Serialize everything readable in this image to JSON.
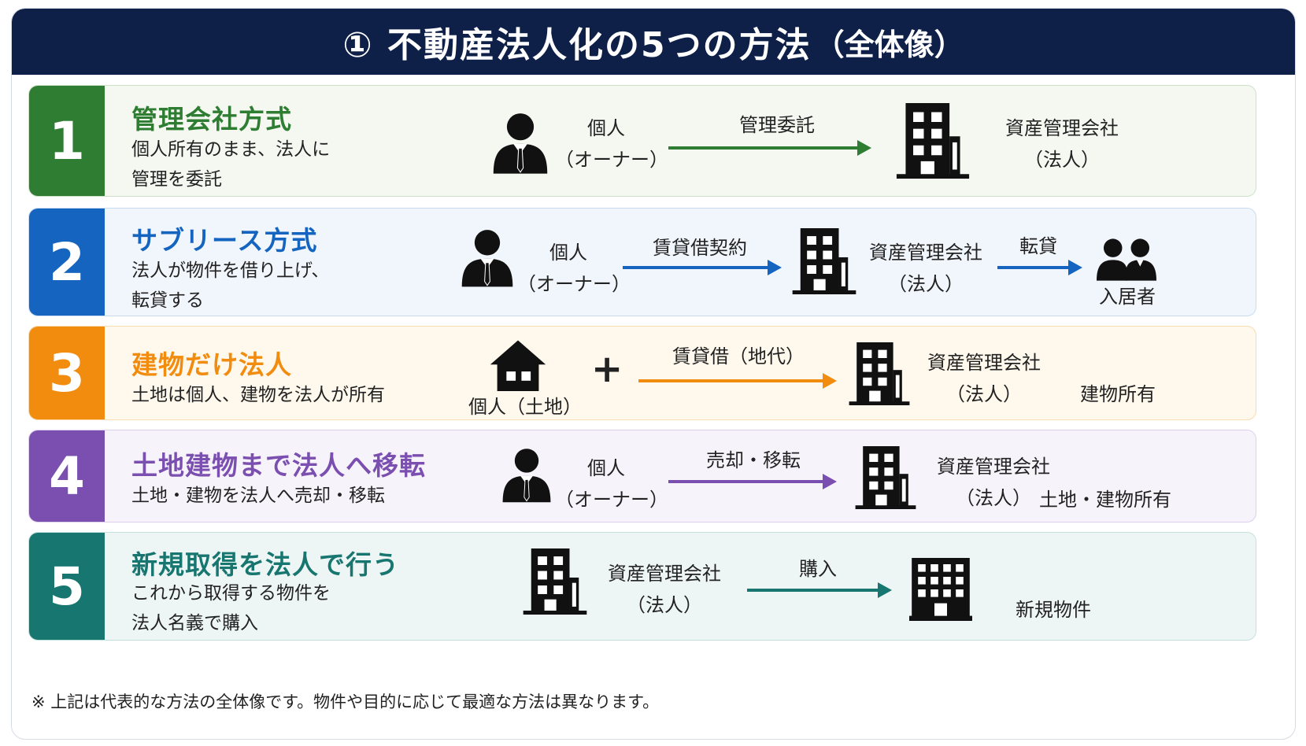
{
  "header": {
    "title": "① 不動産法人化の5つの方法",
    "subtitle": "（全体像）"
  },
  "colors": {
    "header_bg": "#0e1f48",
    "green": "#2e7d32",
    "blue": "#1565c0",
    "orange": "#f28c0f",
    "purple": "#7b4fb0",
    "teal": "#17766f"
  },
  "rows": [
    {
      "number": "1",
      "title": "管理会社方式",
      "desc": [
        "個人所有のまま、法人に",
        "管理を委託"
      ],
      "owner": [
        "個人",
        "（オーナー）"
      ],
      "arrow_label": "管理委託",
      "company": [
        "資産管理会社",
        "（法人）"
      ]
    },
    {
      "number": "2",
      "title": "サブリース方式",
      "desc": [
        "法人が物件を借り上げ、",
        "転貸する"
      ],
      "owner": [
        "個人",
        "（オーナー）"
      ],
      "arrow_label": "賃貸借契約",
      "company": [
        "資産管理会社",
        "（法人）"
      ],
      "arrow2_label": "転貸",
      "tenant": "入居者"
    },
    {
      "number": "3",
      "title": "建物だけ法人",
      "desc": [
        "土地は個人、建物を法人が所有"
      ],
      "owner_land": "個人（土地）",
      "plus": "+",
      "arrow_label": "賃貸借（地代）",
      "company": [
        "資産管理会社",
        "（法人）"
      ],
      "note": "建物所有"
    },
    {
      "number": "4",
      "title": "土地建物まで法人へ移転",
      "desc": [
        "土地・建物を法人へ売却・移転"
      ],
      "owner": [
        "個人",
        "（オーナー）"
      ],
      "arrow_label": "売却・移転",
      "company": [
        "資産管理会社",
        "（法人）"
      ],
      "note": "土地・建物所有"
    },
    {
      "number": "5",
      "title": "新規取得を法人で行う",
      "desc": [
        "これから取得する物件を",
        "法人名義で購入"
      ],
      "company": [
        "資産管理会社",
        "（法人）"
      ],
      "arrow_label": "購入",
      "target": "新規物件"
    }
  ],
  "footnote": "※ 上記は代表的な方法の全体像です。物件や目的に応じて最適な方法は異なります。"
}
